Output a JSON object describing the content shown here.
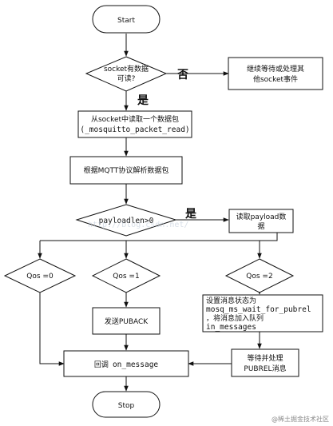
{
  "nodes": {
    "start": "Start",
    "socket_readable": [
      "socket有数据",
      "可读?"
    ],
    "wait_other": [
      "继续等待或处理其",
      "他socket事件"
    ],
    "read_packet": [
      "从socket中读取一个数据包",
      "(_mosquitto_packet_read)"
    ],
    "parse_packet": "根据MQTT协议解析数据包",
    "payloadlen_check": "payloadlen>0",
    "read_payload": [
      "读取payload数",
      "据"
    ],
    "qos0": "Qos =0",
    "qos1": "Qos =1",
    "qos2": "Qos =2",
    "send_puback": "发送PUBACK",
    "set_state": [
      "设置消息状态为",
      "mosq_ms_wait_for_pubrel",
      "，将消息加入队列",
      "in_messages"
    ],
    "wait_pubrel": [
      "等待并处理",
      "PUBREL消息"
    ],
    "callback": [
      "回调",
      "on_message"
    ],
    "stop": "Stop"
  },
  "edge_labels": {
    "no": "否",
    "yes": "是",
    "yes2": "是"
  },
  "watermarks": {
    "overlay": "http://blog.csdn.net/",
    "corner": "@稀土掘金技术社区"
  }
}
